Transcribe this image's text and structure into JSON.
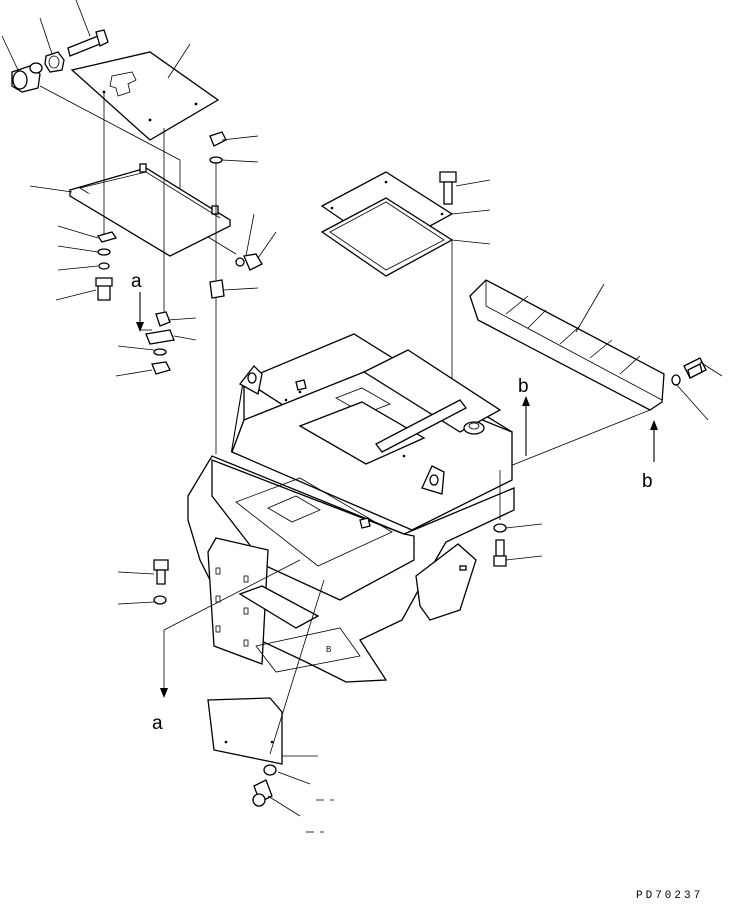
{
  "drawing": {
    "code": "PD70237",
    "view_labels": {
      "a_top": "a",
      "a_bottom": "a",
      "b_top": "b",
      "b_bottom": "b"
    },
    "hull_mark": "B"
  }
}
